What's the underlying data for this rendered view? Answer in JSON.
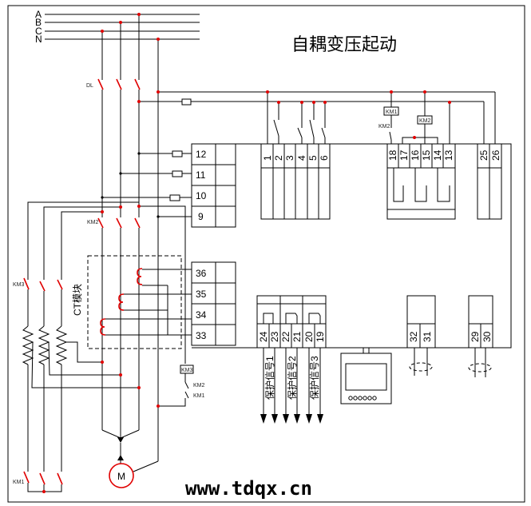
{
  "title": "自耦变压起动",
  "buses": [
    "A",
    "B",
    "C",
    "N"
  ],
  "labels": {
    "dl": "DL",
    "km3": "KM3",
    "km1": "KM1",
    "km2": "KM2",
    "km1_coil": "KM1",
    "km2_coil": "KM2",
    "km3_coil": "KM3",
    "ct_module": "CT模块",
    "motor": "M"
  },
  "terminals_left": [
    "12",
    "11",
    "10",
    "9"
  ],
  "terminals_ct": [
    "36",
    "35",
    "34",
    "33"
  ],
  "terminals_inputs": [
    "1",
    "2",
    "3",
    "4",
    "5",
    "6"
  ],
  "terminals_relays": [
    "18",
    "17",
    "16",
    "15",
    "14",
    "13"
  ],
  "terminals_power": [
    "25",
    "26"
  ],
  "terminals_protect": [
    "24",
    "23",
    "22",
    "21",
    "20",
    "19"
  ],
  "terminals_comm1": [
    "32",
    "31"
  ],
  "terminals_comm2": [
    "29",
    "30"
  ],
  "protect_signals": [
    "保护信号1",
    "保护信号2",
    "保护信号3"
  ],
  "watermark": "www.tdqx.cn",
  "colors": {
    "line": "#000000",
    "node": "#e00000"
  }
}
